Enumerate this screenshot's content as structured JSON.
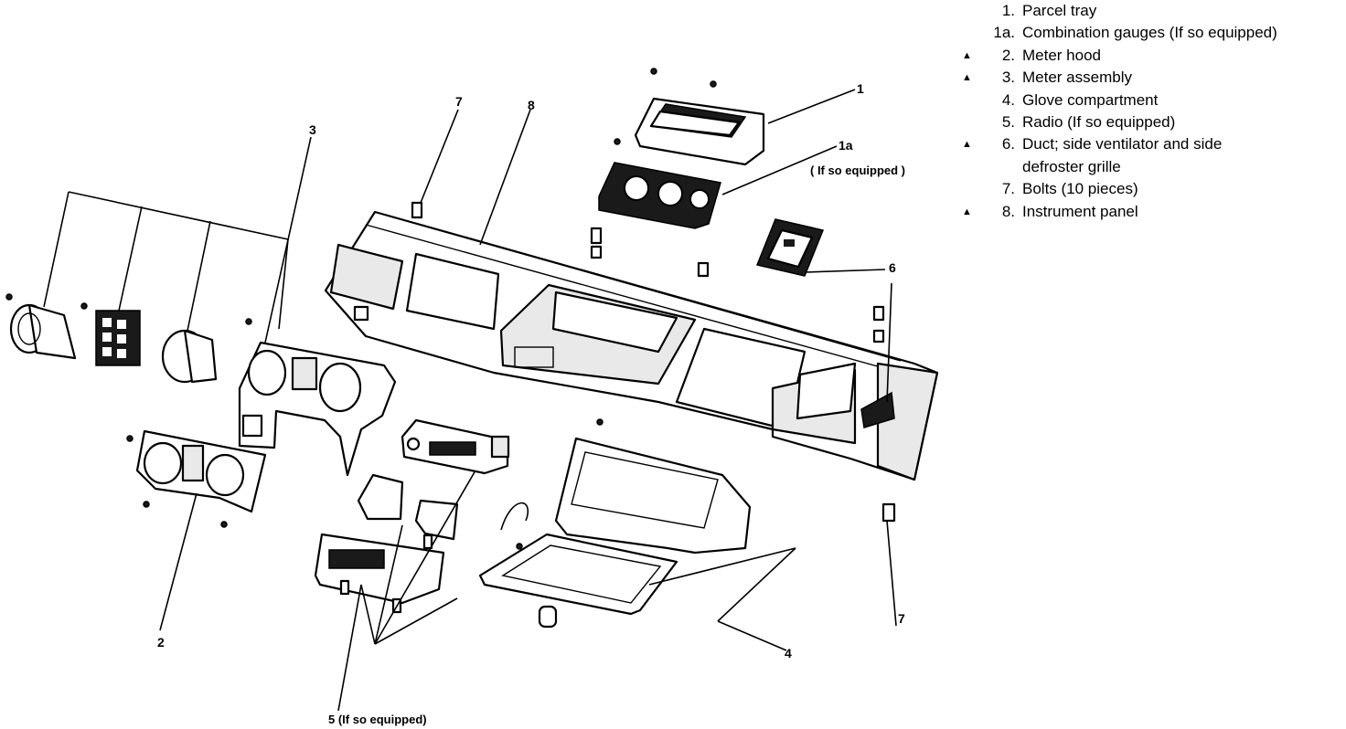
{
  "legend": {
    "items": [
      {
        "marker": "",
        "number": "1.",
        "text": "Parcel tray"
      },
      {
        "marker": "",
        "number": "1a.",
        "text": "Combination gauges (If so equipped)"
      },
      {
        "marker": "▲",
        "number": "2.",
        "text": "Meter hood"
      },
      {
        "marker": "▲",
        "number": "3.",
        "text": "Meter assembly"
      },
      {
        "marker": "",
        "number": "4.",
        "text": "Glove compartment"
      },
      {
        "marker": "",
        "number": "5.",
        "text": "Radio (If so equipped)"
      },
      {
        "marker": "▲",
        "number": "6.",
        "text": "Duct; side ventilator and side"
      },
      {
        "marker": "",
        "number": "",
        "text": "defroster grille"
      },
      {
        "marker": "",
        "number": "7.",
        "text": "Bolts (10 pieces)"
      },
      {
        "marker": "▲",
        "number": "8.",
        "text": "Instrument panel"
      }
    ]
  },
  "callouts": {
    "c1": "1",
    "c1a": "1a",
    "c1a_note": "( If so equipped )",
    "c2": "2",
    "c3": "3",
    "c4": "4",
    "c5": "5 (If so equipped)",
    "c6": "6",
    "c7_top": "7",
    "c7_right": "7",
    "c8": "8"
  }
}
